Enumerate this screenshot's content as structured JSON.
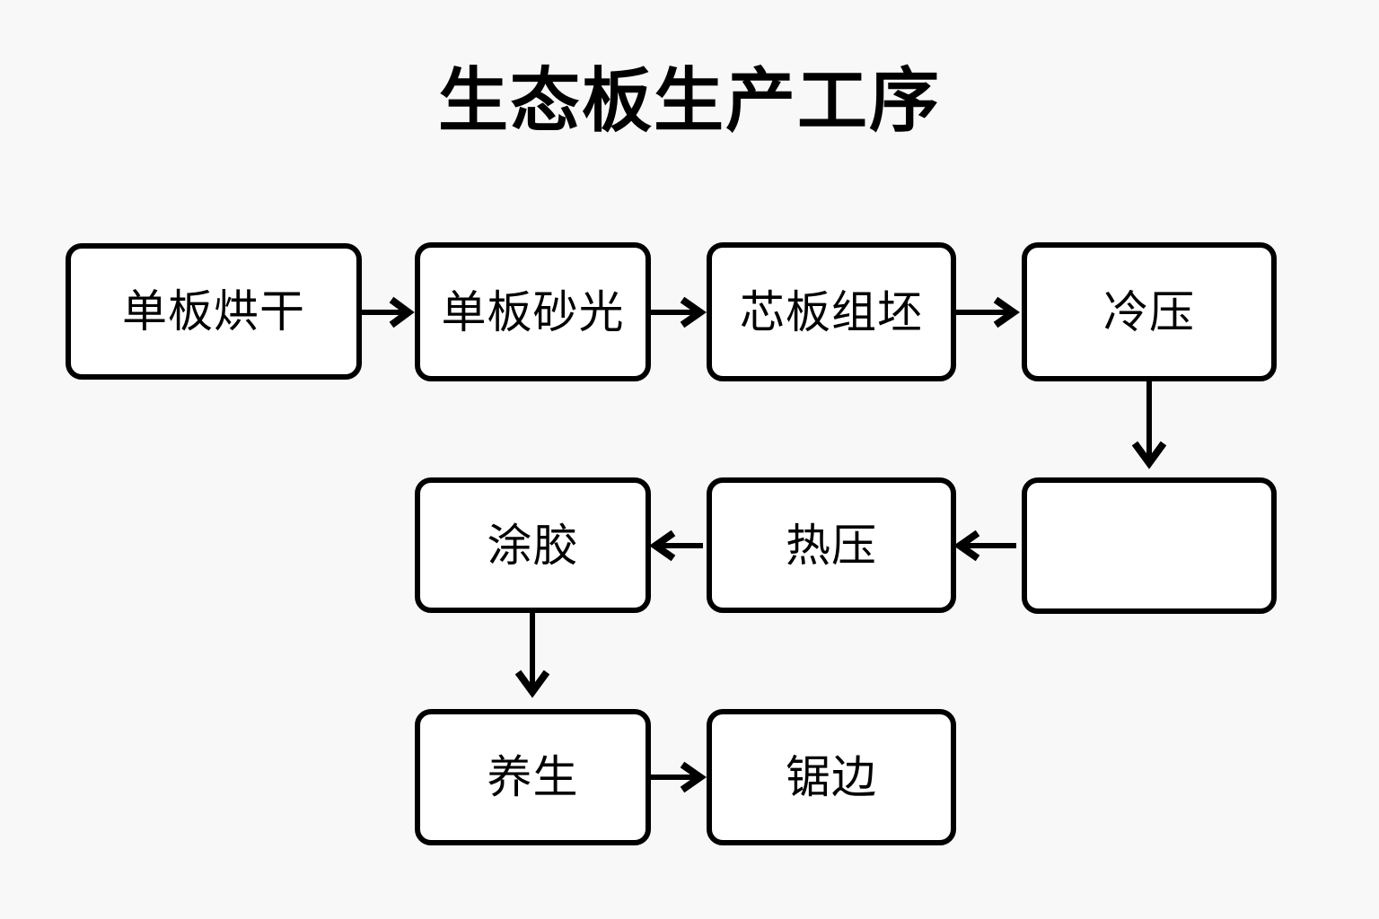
{
  "page": {
    "title": "生态板生产工序",
    "background_color": "#f8f8f8",
    "node_fill_color": "#ffffff",
    "stroke_color": "#000000"
  },
  "nodes": [
    {
      "id": "veneer-drying",
      "label": "单板烘干"
    },
    {
      "id": "veneer-sanding",
      "label": "单板砂光"
    },
    {
      "id": "core-assembly",
      "label": "芯板组坯"
    },
    {
      "id": "cold-press",
      "label": "冷压"
    },
    {
      "id": "unlabeled-stage",
      "label": ""
    },
    {
      "id": "hot-press",
      "label": "热压"
    },
    {
      "id": "glue-spreading",
      "label": "涂胶"
    },
    {
      "id": "curing",
      "label": "养生"
    },
    {
      "id": "edge-sawing",
      "label": "锯边"
    }
  ]
}
